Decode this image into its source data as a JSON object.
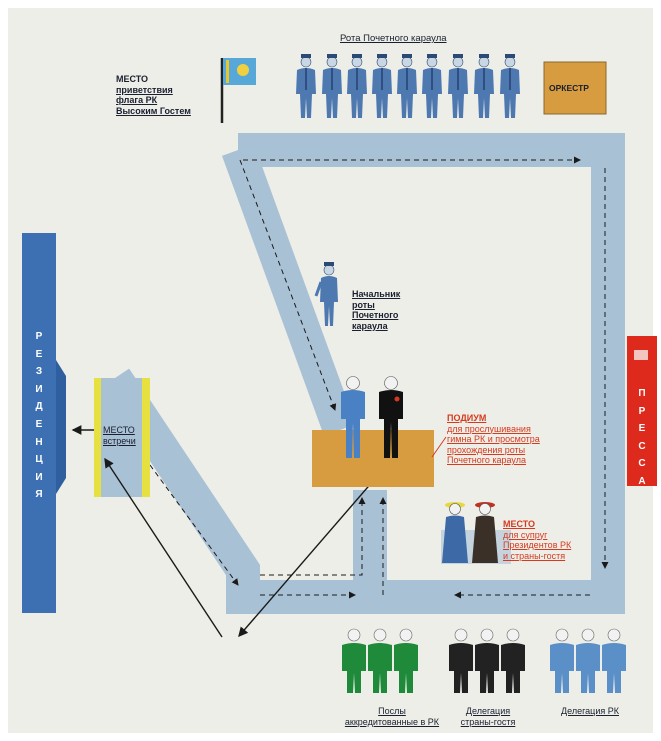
{
  "colors": {
    "background": "#eeeee8",
    "route": "#a9c1d5",
    "podium": "#d79b40",
    "residence": "#3d70b2",
    "press": "#dd2a1c",
    "orchestra": "#d79b40",
    "guard_uniform": "#4d78b0",
    "ambassadors": "#1e8a3a",
    "guest_delegation": "#222222",
    "rk_delegation": "#5a8fc8",
    "meeting_frame": "#e6e040",
    "label_red": "#d63a1e"
  },
  "icons": [
    "flag-icon",
    "guard-figure-icon",
    "commander-figure-icon",
    "president-figure-icon",
    "spouse-figure-icon",
    "delegate-figure-icon",
    "arrow-icon"
  ],
  "guard_company": {
    "title": "Рота Почетного караула"
  },
  "flag_place": {
    "lines": [
      "МЕСТО",
      "приветствия",
      "флага РК",
      "Высоким Гостем"
    ]
  },
  "orchestra": {
    "label": "ОРКЕСТР"
  },
  "commander": {
    "lines": [
      "Начальник",
      "роты",
      "Почетного",
      "караула"
    ]
  },
  "podium": {
    "lines": [
      "ПОДИУМ",
      "для прослушивания",
      "гимна РК и просмотра",
      "прохождения роты",
      "Почетного караула"
    ]
  },
  "meeting_place": {
    "lines": [
      "МЕСТО",
      "встречи"
    ]
  },
  "residence": {
    "letters": [
      "Р",
      "Е",
      "З",
      "И",
      "Д",
      "Е",
      "Н",
      "Ц",
      "И",
      "Я"
    ]
  },
  "press": {
    "letters": [
      "П",
      "Р",
      "Е",
      "С",
      "С",
      "А"
    ]
  },
  "spouses_place": {
    "lines": [
      "МЕСТО",
      "для супруг",
      "Президентов РК",
      "и страны-гостя"
    ]
  },
  "delegations": {
    "ambassadors": {
      "lines": [
        "Послы",
        "аккредитованные в РК"
      ]
    },
    "guest_country": {
      "lines": [
        "Делегация",
        "страны-гостя"
      ]
    },
    "rk": {
      "lines": [
        "Делегация РК"
      ]
    }
  }
}
